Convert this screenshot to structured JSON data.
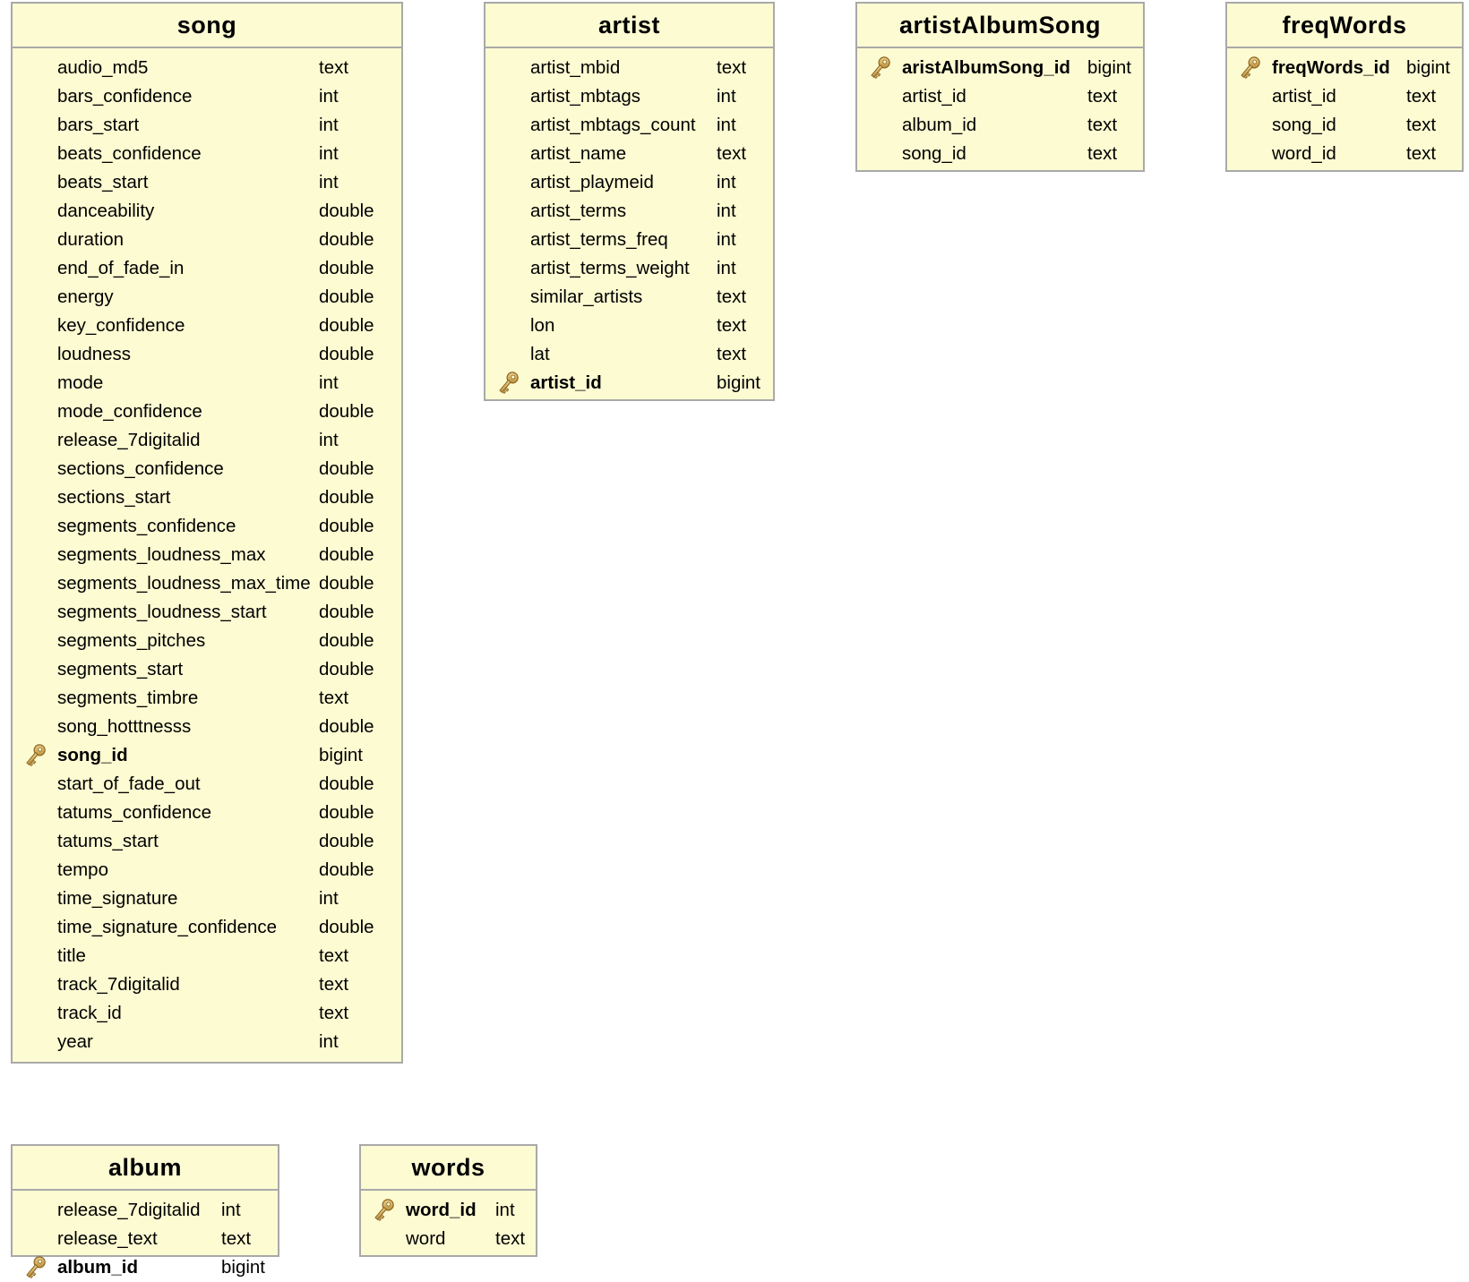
{
  "tables": [
    {
      "id": "song",
      "title": "song",
      "columns": [
        {
          "name": "audio_md5",
          "type": "text",
          "pk": false
        },
        {
          "name": "bars_confidence",
          "type": "int",
          "pk": false
        },
        {
          "name": "bars_start",
          "type": "int",
          "pk": false
        },
        {
          "name": "beats_confidence",
          "type": "int",
          "pk": false
        },
        {
          "name": "beats_start",
          "type": "int",
          "pk": false
        },
        {
          "name": "danceability",
          "type": "double",
          "pk": false
        },
        {
          "name": "duration",
          "type": "double",
          "pk": false
        },
        {
          "name": "end_of_fade_in",
          "type": "double",
          "pk": false
        },
        {
          "name": "energy",
          "type": "double",
          "pk": false
        },
        {
          "name": "key_confidence",
          "type": "double",
          "pk": false
        },
        {
          "name": "loudness",
          "type": "double",
          "pk": false
        },
        {
          "name": "mode",
          "type": "int",
          "pk": false
        },
        {
          "name": "mode_confidence",
          "type": "double",
          "pk": false
        },
        {
          "name": "release_7digitalid",
          "type": "int",
          "pk": false
        },
        {
          "name": "sections_confidence",
          "type": "double",
          "pk": false
        },
        {
          "name": "sections_start",
          "type": "double",
          "pk": false
        },
        {
          "name": "segments_confidence",
          "type": "double",
          "pk": false
        },
        {
          "name": "segments_loudness_max",
          "type": "double",
          "pk": false
        },
        {
          "name": "segments_loudness_max_time",
          "type": "double",
          "pk": false
        },
        {
          "name": "segments_loudness_start",
          "type": "double",
          "pk": false
        },
        {
          "name": "segments_pitches",
          "type": "double",
          "pk": false
        },
        {
          "name": "segments_start",
          "type": "double",
          "pk": false
        },
        {
          "name": "segments_timbre",
          "type": "text",
          "pk": false
        },
        {
          "name": "song_hotttnesss",
          "type": "double",
          "pk": false
        },
        {
          "name": "song_id",
          "type": "bigint",
          "pk": true
        },
        {
          "name": "start_of_fade_out",
          "type": "double",
          "pk": false
        },
        {
          "name": "tatums_confidence",
          "type": "double",
          "pk": false
        },
        {
          "name": "tatums_start",
          "type": "double",
          "pk": false
        },
        {
          "name": "tempo",
          "type": "double",
          "pk": false
        },
        {
          "name": "time_signature",
          "type": "int",
          "pk": false
        },
        {
          "name": "time_signature_confidence",
          "type": "double",
          "pk": false
        },
        {
          "name": "title",
          "type": "text",
          "pk": false
        },
        {
          "name": "track_7digitalid",
          "type": "text",
          "pk": false
        },
        {
          "name": "track_id",
          "type": "text",
          "pk": false
        },
        {
          "name": "year",
          "type": "int",
          "pk": false
        }
      ]
    },
    {
      "id": "artist",
      "title": "artist",
      "columns": [
        {
          "name": "artist_mbid",
          "type": "text",
          "pk": false
        },
        {
          "name": "artist_mbtags",
          "type": "int",
          "pk": false
        },
        {
          "name": "artist_mbtags_count",
          "type": "int",
          "pk": false
        },
        {
          "name": "artist_name",
          "type": "text",
          "pk": false
        },
        {
          "name": "artist_playmeid",
          "type": "int",
          "pk": false
        },
        {
          "name": "artist_terms",
          "type": "int",
          "pk": false
        },
        {
          "name": "artist_terms_freq",
          "type": "int",
          "pk": false
        },
        {
          "name": "artist_terms_weight",
          "type": "int",
          "pk": false
        },
        {
          "name": "similar_artists",
          "type": "text",
          "pk": false
        },
        {
          "name": "lon",
          "type": "text",
          "pk": false
        },
        {
          "name": "lat",
          "type": "text",
          "pk": false
        },
        {
          "name": "artist_id",
          "type": "bigint",
          "pk": true
        }
      ]
    },
    {
      "id": "artistAlbumSong",
      "title": "artistAlbumSong",
      "columns": [
        {
          "name": "aristAlbumSong_id",
          "type": "bigint",
          "pk": true
        },
        {
          "name": "artist_id",
          "type": "text",
          "pk": false
        },
        {
          "name": "album_id",
          "type": "text",
          "pk": false
        },
        {
          "name": "song_id",
          "type": "text",
          "pk": false
        }
      ]
    },
    {
      "id": "freqWords",
      "title": "freqWords",
      "columns": [
        {
          "name": "freqWords_id",
          "type": "bigint",
          "pk": true
        },
        {
          "name": "artist_id",
          "type": "text",
          "pk": false
        },
        {
          "name": "song_id",
          "type": "text",
          "pk": false
        },
        {
          "name": "word_id",
          "type": "text",
          "pk": false
        }
      ]
    },
    {
      "id": "album",
      "title": "album",
      "columns": [
        {
          "name": "release_7digitalid",
          "type": "int",
          "pk": false
        },
        {
          "name": "release_text",
          "type": "text",
          "pk": false
        },
        {
          "name": "album_id",
          "type": "bigint",
          "pk": true
        }
      ]
    },
    {
      "id": "words",
      "title": "words",
      "columns": [
        {
          "name": "word_id",
          "type": "int",
          "pk": true
        },
        {
          "name": "word",
          "type": "text",
          "pk": false
        }
      ]
    }
  ]
}
